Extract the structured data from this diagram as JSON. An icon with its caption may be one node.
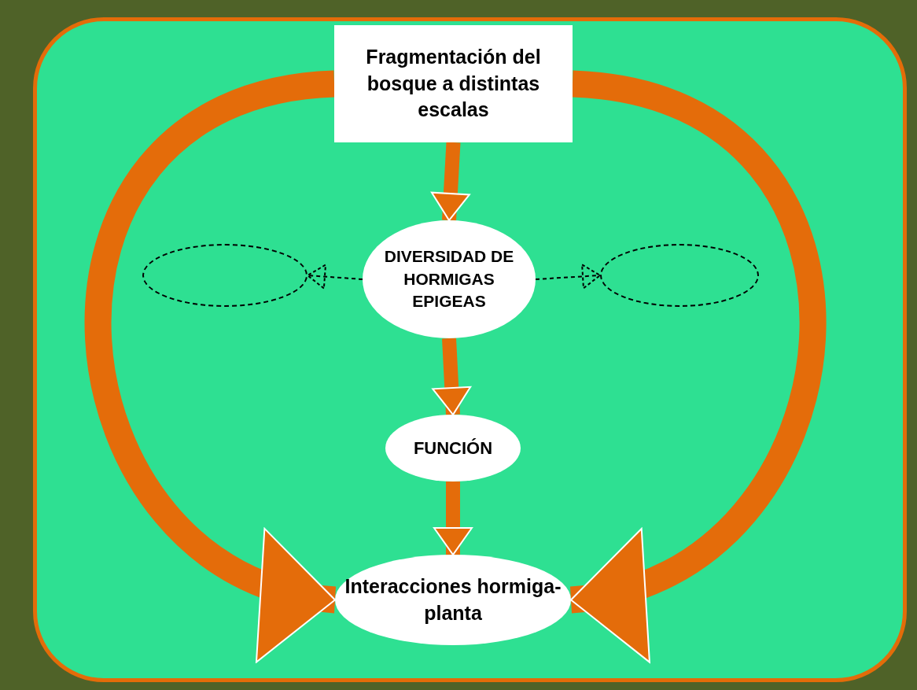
{
  "diagram": {
    "nodes": [
      {
        "text": [
          "Fragmentación del bosque a distintas escalas"
        ]
      },
      {
        "text": [
          "DIVERSIDAD DE HORMIGAS EPIGEAS"
        ]
      },
      {
        "text": [],
        "shape": "ellipse"
      },
      {
        "text": [],
        "shape": "ellipse"
      },
      {
        "text": [
          "FUNCIÓN"
        ]
      },
      {
        "text": [
          "Interacciones hormiga-planta"
        ]
      }
    ],
    "edges": [
      {
        "from": 0,
        "to": 1,
        "arrow": "to"
      },
      {
        "from": 1,
        "to": 2,
        "arrow": "to",
        "style": "dashed",
        "color": "#000000"
      },
      {
        "from": 1,
        "to": 3,
        "arrow": "to",
        "style": "dashed",
        "color": "#000000"
      },
      {
        "from": 1,
        "to": 4,
        "arrow": "to"
      },
      {
        "from": 4,
        "to": 5,
        "arrow": "to"
      },
      {
        "from": 0,
        "to": 5,
        "arrow": "to",
        "style": "thick"
      },
      {
        "from": 0,
        "to": 5,
        "arrow": "to",
        "style": "thick"
      }
    ]
  }
}
